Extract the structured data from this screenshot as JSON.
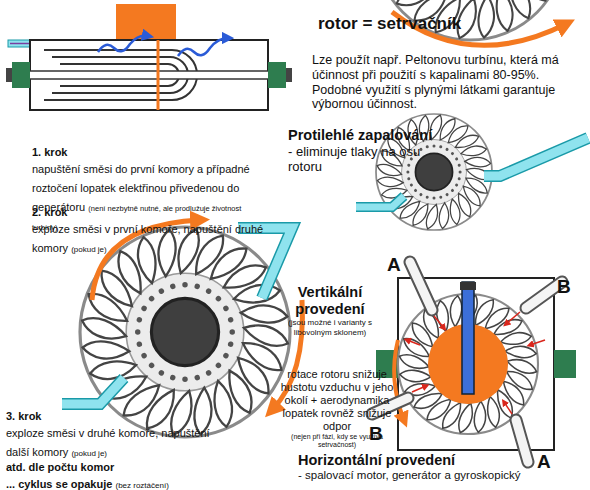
{
  "diagram": {
    "title": "rotor = setrvačník",
    "labels": [
      "Lze použít např. Peltonovu turbínu, která má účinnost při použití s kapalinami 80-95%. Podobné využití s plynými látkami garantuje výbornou účinnost.",
      "Protilehlé zapalování",
      "- eliminuje tlaky na osu rotoru",
      "1. krok",
      "napuštění směsi do první komory a případné roztočení lopatek elektřinou přivedenou do generátoru",
      "(není nezbytně nutné, ale prodlužuje životnost turbíny)",
      "2. krok",
      "exploze směsi v první komoře, napuštění druhé komory",
      "(pokud je)",
      "Vertikální provedení",
      "(jsou možné i varianty s libovolným sklonem)",
      "rotace rotoru snižuje hustotu vzduchu v jeho okolí + aerodynamika lopatek rovněž snižuje odpor",
      "(nejen při fázi, kdy se využívá setrvačnost)",
      "3. krok",
      "exploze směsi v druhé komoře, napuštění další komory",
      "(pokud je)",
      "atd. dle počtu komor",
      "... cyklus se opakuje",
      "(bez roztáčení)",
      "Horizontální provedení",
      "- spalovací motor, generátor a gyroskopický",
      "A",
      "B",
      "B",
      "A"
    ]
  }
}
